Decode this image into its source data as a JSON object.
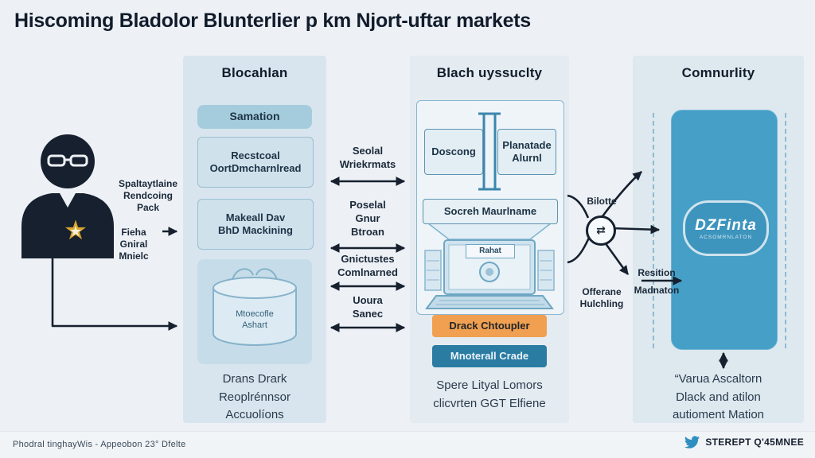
{
  "title": "Hiscoming Bladolor Blunterlier p km Njort-uftar markets",
  "person": {
    "label_top": "Spaltaytlaine\nRendcoing\nPack",
    "label_bottom": "Fieha\nGniral\nMnielc"
  },
  "col1": {
    "header": "Blocahlan",
    "box1": "Samation",
    "box2": "Recstcoal\nOortDmcharnlread",
    "box3": "Makeall Dav\nBhD Mackining",
    "db_label": "Mtoecofle\nAshart",
    "footer": "Drans Drark\nReoplrénnsor\nAccuolíons"
  },
  "links": {
    "l1": "Seolal\nWriekrmats",
    "l2": "Poselal\nGnur\nBtroan",
    "l3": "Gnictustes\nComlnarned",
    "l4": "Uoura\nSanec"
  },
  "col2": {
    "header": "Blach uyssuclty",
    "box_left": "Doscong",
    "box_right": "Planatade\nAlurnl",
    "box_search": "Socreh Maurlname",
    "laptop_label": "Rahat",
    "box_orange": "Drack Chtoupler",
    "box_teal": "Mnoterall Crade",
    "footer": "Spere Lityal Lomors\nclicvrten GGT Elfiene"
  },
  "bridge": {
    "label_top": "Bilotte",
    "label_bottom": "Offerane\nHulchling",
    "exchange_glyph": "⇄"
  },
  "col3": {
    "header": "Comnurlity",
    "logo": "DZFinta",
    "logo_sub": "acsomrnlaton",
    "side_label_1": "Resition",
    "side_label_2": "Madnaton",
    "footer": "“Varua Ascaltorn\nDlack and atilon\nautioment Mation"
  },
  "page_footer": {
    "left": "Phodral tinghayWis - Appeobon 23° Dfelte",
    "right": "STEREPT Q'45MNEE"
  },
  "colors": {
    "ink": "#16202e",
    "accent_orange": "#f0a050",
    "accent_teal": "#2b7ca3",
    "community_blue": "#459fc7"
  }
}
